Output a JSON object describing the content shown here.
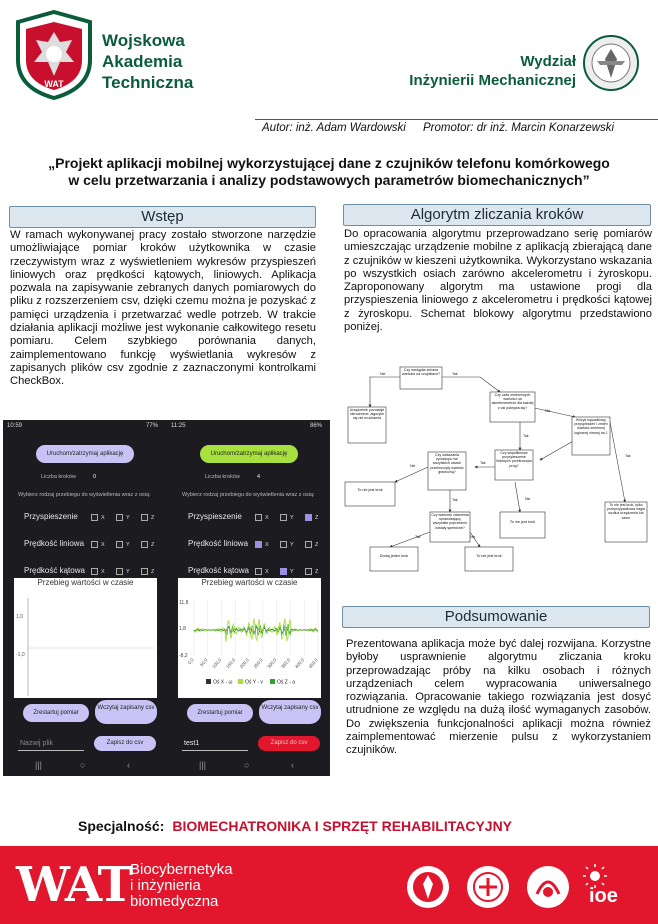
{
  "header": {
    "university_lines": [
      "Wojskowa",
      "Akademia",
      "Techniczna"
    ],
    "faculty_lines": [
      "Wydział",
      "Inżynierii Mechanicznej"
    ],
    "crest_text": "WAT"
  },
  "authors": {
    "author": "Autor: inż. Adam Wardowski",
    "promotor": "Promotor: dr inż. Marcin Konarzewski"
  },
  "title_lines": [
    "„Projekt aplikacji mobilnej wykorzystującej dane z czujników telefonu komórkowego",
    "w celu przetwarzania i analizy podstawowych parametrów biomechanicznych”"
  ],
  "sections": {
    "intro": {
      "heading": "Wstęp",
      "text": "W ramach wykonywanej pracy zostało stworzone narzędzie umożliwiające pomiar kroków użytkownika w czasie rzeczywistym wraz z wyświetleniem wykresów przyspieszeń liniowych oraz prędkości kątowych, liniowych. Aplikacja pozwala na zapisywanie zebranych danych pomiarowych do pliku z rozszerzeniem csv, dzięki czemu można je pozyskać z pamięci urządzenia i przetwarzać wedle potrzeb. W trakcie działania aplikacji możliwe jest wykonanie całkowitego resetu pomiaru. Celem szybkiego porównania danych, zaimplementowano funkcję wyświetlania wykresów z zapisanych plików csv zgodnie z zaznaczonymi kontrolkami CheckBox."
    },
    "algorithm": {
      "heading": "Algorytm zliczania kroków",
      "text": "Do opracowania algorytmu przeprowadzano serię pomiarów umieszczając urządzenie mobilne z aplikacją zbierającą dane z czujników w kieszeni użytkownika. Wykorzystano wskazania po wszystkich osiach zarówno akcelerometru i żyroskopu. Zaproponowany algorytm ma ustawione progi dla przyspieszenia liniowego z akcelerometru i prędkości kątowej z żyroskopu. Schemat blokowy algorytmu przedstawiono poniżej."
    },
    "summary": {
      "heading": "Podsumowanie",
      "text": "Prezentowana aplikacja może być dalej rozwijana. Korzystne byłoby usprawnienie algorytmu zliczania kroku przeprowadzając próby na kilku osobach i różnych urządzeniach celem wypracowania uniwersalnego rozwiązania. Opracowanie takiego rozwiązania jest dosyć utrudnione ze względu na dużą ilość wymaganych zasobów. Do zwiększenia funkcjonalności aplikacji można również zaimplementować mierzenie pulsu z wykorzystaniem czujników."
    }
  },
  "phone1": {
    "time": "10:59",
    "battery": "77%",
    "start_button": "Uruchom/zatrzymaj aplikację",
    "steps_label": "Liczba kroków",
    "steps_value": "0",
    "prompt": "Wybierz rodzaj przebiegu do wyświetlenia wraz z osią:",
    "rows": [
      "Przyspieszenie",
      "Prędkość liniowa",
      "Prędkość kątowa"
    ],
    "axes": [
      "X",
      "Y",
      "Z"
    ],
    "checked": [],
    "chart_title": "Przebieg wartości w czasie",
    "y_ticks": [
      "1,0",
      "-1,0"
    ],
    "reset_button": "Zrestartuj pomiar",
    "load_button": "Wczytaj zapisany csv",
    "filename_placeholder": "Nazwij plik",
    "save_button": "Zapisz do csv"
  },
  "phone2": {
    "time": "11:25",
    "battery": "86%",
    "start_button": "Uruchom/zatrzymaj aplikację",
    "steps_label": "Liczba kroków",
    "steps_value": "4",
    "prompt": "Wybierz rodzaj przebiegu do wyświetlenia wraz z osią:",
    "rows": [
      "Przyspieszenie",
      "Prędkość liniowa",
      "Prędkość kątowa"
    ],
    "axes": [
      "X",
      "Y",
      "Z"
    ],
    "checked": [
      [
        0,
        2
      ],
      [
        1,
        0
      ],
      [
        2,
        1
      ]
    ],
    "chart_title": "Przebieg wartości w czasie",
    "y_ticks": [
      "11,8",
      "1,8",
      "-8,2"
    ],
    "x_ticks": [
      "0,0",
      "50,0",
      "100,0",
      "150,0",
      "200,0",
      "250,0",
      "300,0",
      "350,0",
      "400,0",
      "450,0"
    ],
    "legend": [
      "Oś X - ω",
      "Oś Y - v",
      "Oś Z - a"
    ],
    "reset_button": "Zrestartuj pomiar",
    "load_button": "Wczytaj zapisany csv",
    "filename_value": "test1",
    "save_button": "Zapisz do csv"
  },
  "diagram": {
    "nodes": {
      "start": "Czy nastąpiła zmiana wartości na czujnikach?",
      "wait": "Urządzenie pozostaje nieruchome, algorytm się nie uruchamia",
      "accel": "Czy czas zmierzonych wartości na akcelerometrze dla każdej z osi pokrywa się?",
      "exceed": "Czy wskazania żyroskopu we wszystkich osiach przekroczyły wartość graniczną?",
      "linear": "Czy współliniowe przyspieszenie liniowych przekroczyło próg?",
      "other": "Któryś wypadkowy przyspieszeń i zmień wartość zmiennej logicznej równej na 1",
      "nostep1": "To nie jest krok",
      "nostep2": "To nie jest krok",
      "nostep3": "To nie jest krok, tylko przeprzypadkowa nagła wzdłuż urządzenia lub szum",
      "q_steps": "Czy warunek zdarzenia sprawdzający wszystkie poprzednie zostały spełnione?",
      "add": "Dodaj jeden krok",
      "nostep4": "To nie jest krok"
    },
    "yes": "Tak",
    "no": "Nie"
  },
  "footer": {
    "spec_label": "Specjalność:",
    "spec_value": "BIOMECHATRONIKA I SPRZĘT REHABILITACYJNY",
    "wat": "WAT",
    "dept_lines": [
      "Biocybernetyka",
      "i inżynieria",
      "biomedyczna"
    ],
    "ioe": "ioe"
  },
  "colors": {
    "green": "#0b5c3b",
    "red": "#e2162c",
    "purple": "#c9c2f5",
    "lime": "#a8e040"
  }
}
